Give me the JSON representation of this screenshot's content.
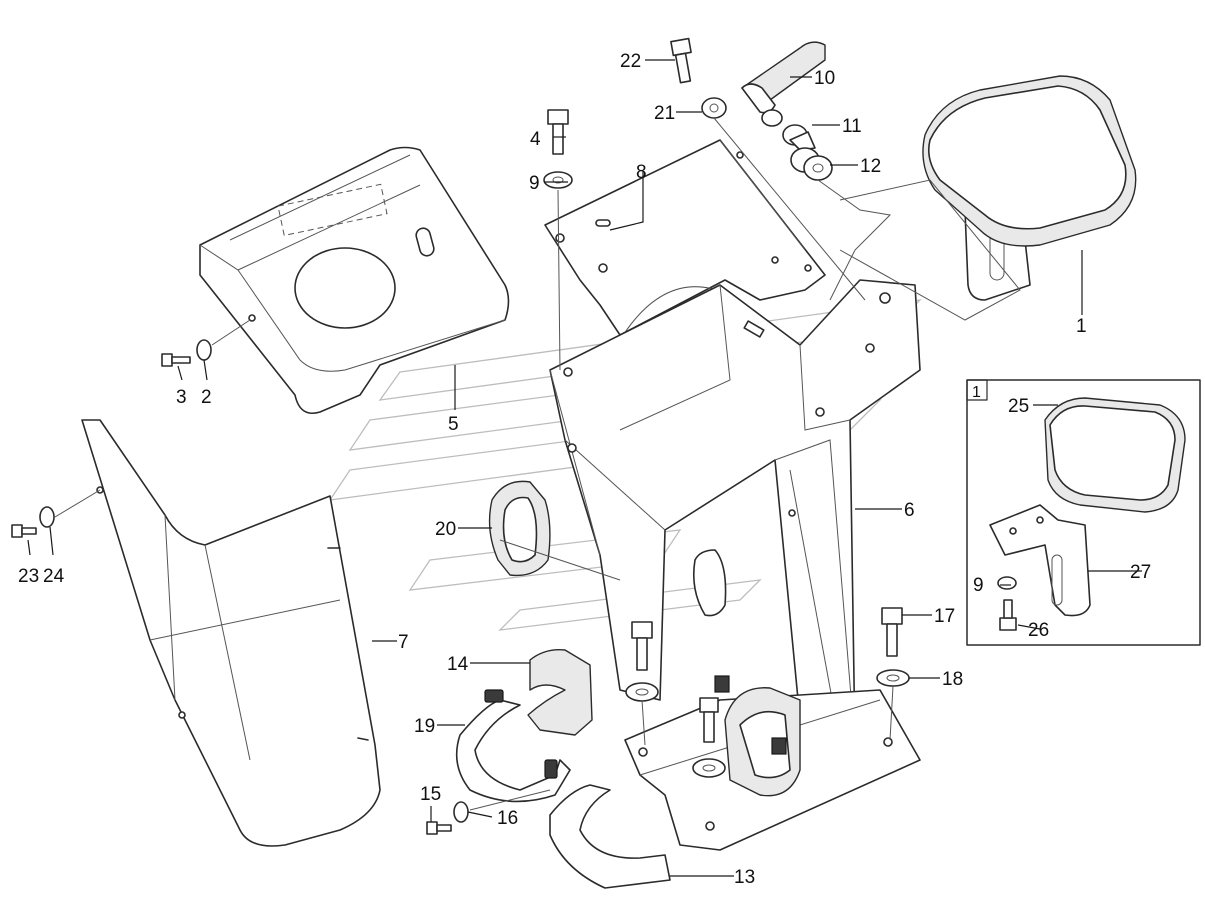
{
  "callouts": [
    "1",
    "2",
    "3",
    "4",
    "5",
    "6",
    "7",
    "8",
    "9",
    "10",
    "11",
    "12",
    "13",
    "14",
    "15",
    "16",
    "17",
    "18",
    "19",
    "20",
    "21",
    "22",
    "23",
    "24",
    "25",
    "26",
    "27",
    "9"
  ],
  "inset": {
    "tag": "1",
    "callouts": [
      "25",
      "27",
      "9",
      "26"
    ]
  }
}
